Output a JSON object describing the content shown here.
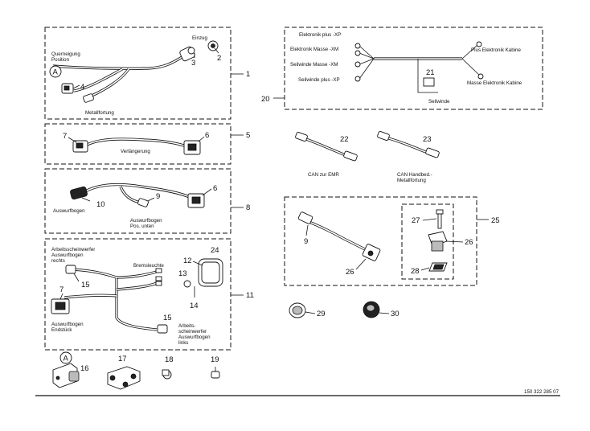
{
  "labels": {
    "einzug": "Einzug",
    "querneigung": "Querneigung",
    "position": "Position",
    "circle_a": "A",
    "metallfortung": "Metallfortung",
    "verlaengerung": "Verlängerung",
    "auswurfbogen": "Auswurfbogen",
    "auswurfbogen_pos1": "Auswurfbogen",
    "auswurfbogen_pos2": "Pos. unten",
    "aw_rechts1": "Arbeitsscheinwerfer",
    "aw_rechts2": "Auswurfbogen",
    "aw_rechts3": "rechts",
    "bremsleuchte": "Bremsleuchte",
    "auswurfbogen_end1": "Auswurfbogen",
    "auswurfbogen_end2": "Endstück",
    "aw_links1": "Arbeits-",
    "aw_links2": "scheinwerfer",
    "aw_links3": "Auswurfbogen",
    "aw_links4": "links",
    "elektronik_plus_xp": "Elektronik plus -XP",
    "elektronik_masse_xm": "Elektronik Masse -XM",
    "seilwinde_masse_xm": "Seilwinde Masse -XM",
    "seilwinde_plus_xp": "Seilwinde plus -XP",
    "plus_elektronik_kabine": "Plus Elektronik Kabine",
    "masse_elektronik_kabine": "Masse Elektronik Kabine",
    "seilwinde": "Seilwinde",
    "can_emr": "CAN zur EMR",
    "can_handbed1": "CAN Handbed.-",
    "can_handbed2": "Metallfortung",
    "circle_a2": "A",
    "doc_number": "150 322 285 07"
  },
  "numbers": {
    "n1": "1",
    "n2": "2",
    "n3": "3",
    "n4": "4",
    "n5": "5",
    "n6a": "6",
    "n6b": "6",
    "n7a": "7",
    "n7b": "7",
    "n8": "8",
    "n9a": "9",
    "n9b": "9",
    "n10": "10",
    "n11": "11",
    "n12": "12",
    "n13": "13",
    "n14": "14",
    "n15a": "15",
    "n15b": "15",
    "n16": "16",
    "n17": "17",
    "n18": "18",
    "n19": "19",
    "n20": "20",
    "n21": "21",
    "n22": "22",
    "n23": "23",
    "n24": "24",
    "n25": "25",
    "n26a": "26",
    "n26b": "26",
    "n27": "27",
    "n28": "28",
    "n29": "29",
    "n30": "30"
  }
}
